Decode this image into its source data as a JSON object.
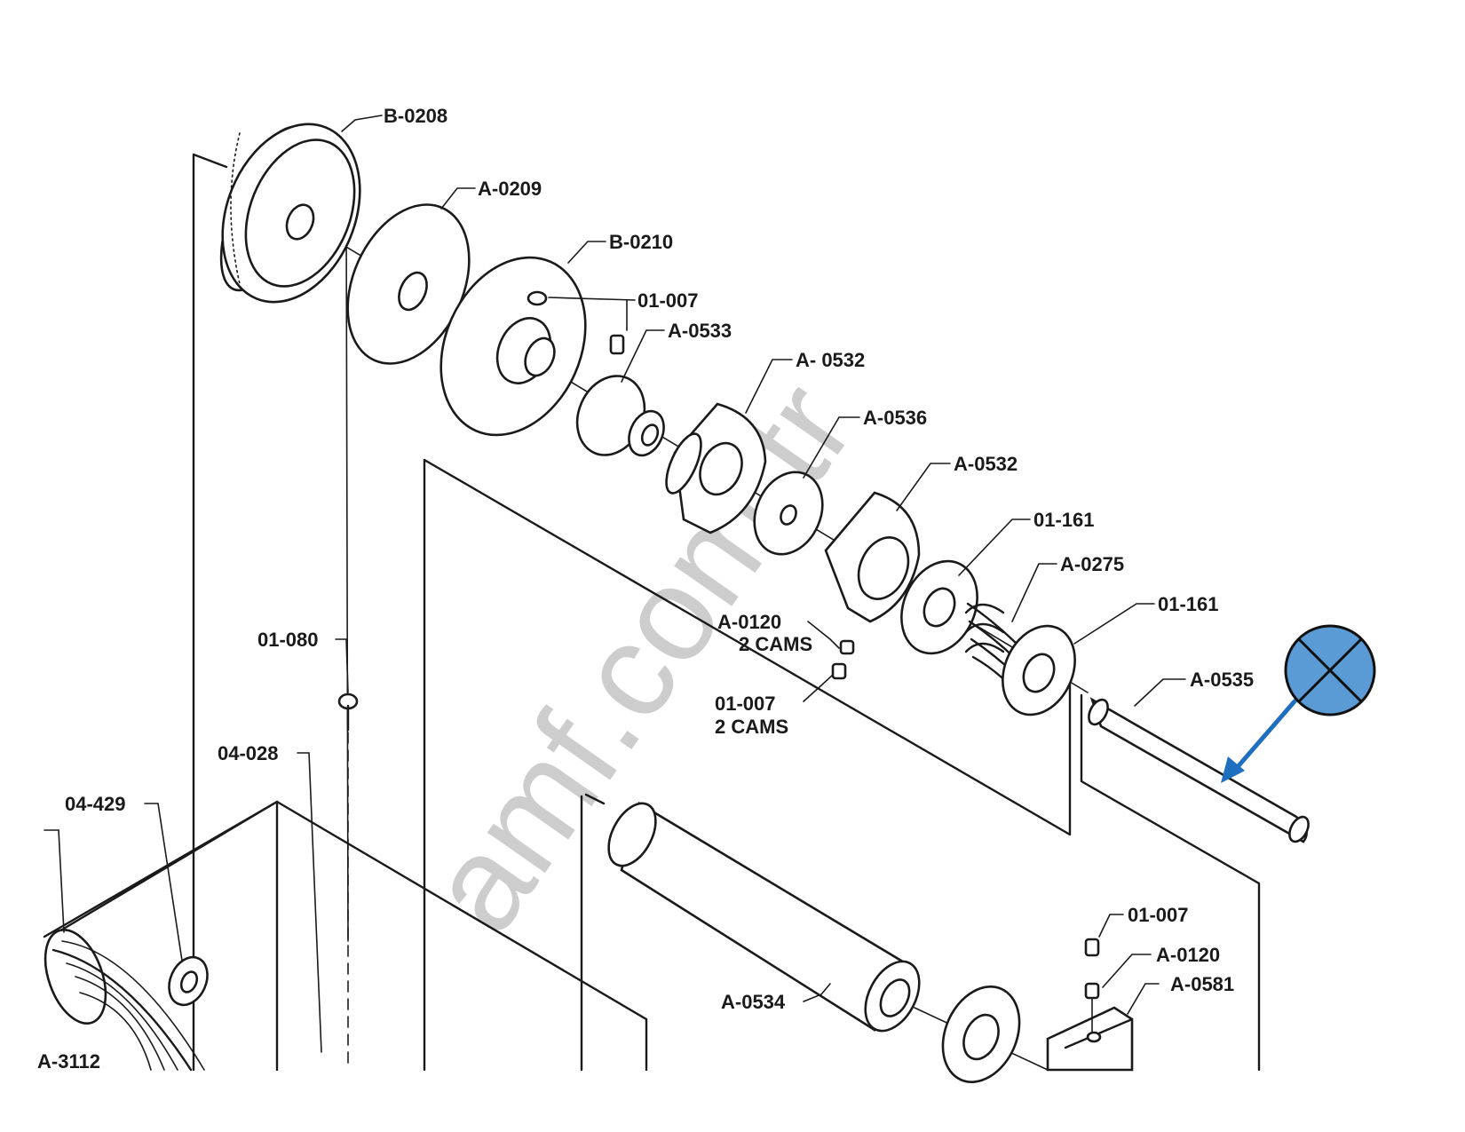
{
  "watermark": "amf.com.tr",
  "labels": {
    "b0208": "B-0208",
    "a0209": "A-0209",
    "b0210": "B-0210",
    "p01007_top": "01-007",
    "a0533": "A-0533",
    "a0532_a": "A- 0532",
    "a0536": "A-0536",
    "a0532_b": "A-0532",
    "p01161_a": "01-161",
    "a0275": "A-0275",
    "p01161_b": "01-161",
    "a0120_cams": "A-0120",
    "cams_note_1": "2 CAMS",
    "p01007_cams": "01-007",
    "cams_note_2": "2 CAMS",
    "a0535": "A-0535",
    "p01080": "01-080",
    "p04028": "04-028",
    "p04429": "04-429",
    "a3112": "A-3112",
    "a0534": "A-0534",
    "p01007_bottom": "01-007",
    "a0120_bottom": "A-0120",
    "a0581": "A-0581"
  },
  "marker": {
    "icon": "cross-circle-icon",
    "fill": "#5b9bd5",
    "arrow_color": "#1f6fc0"
  }
}
